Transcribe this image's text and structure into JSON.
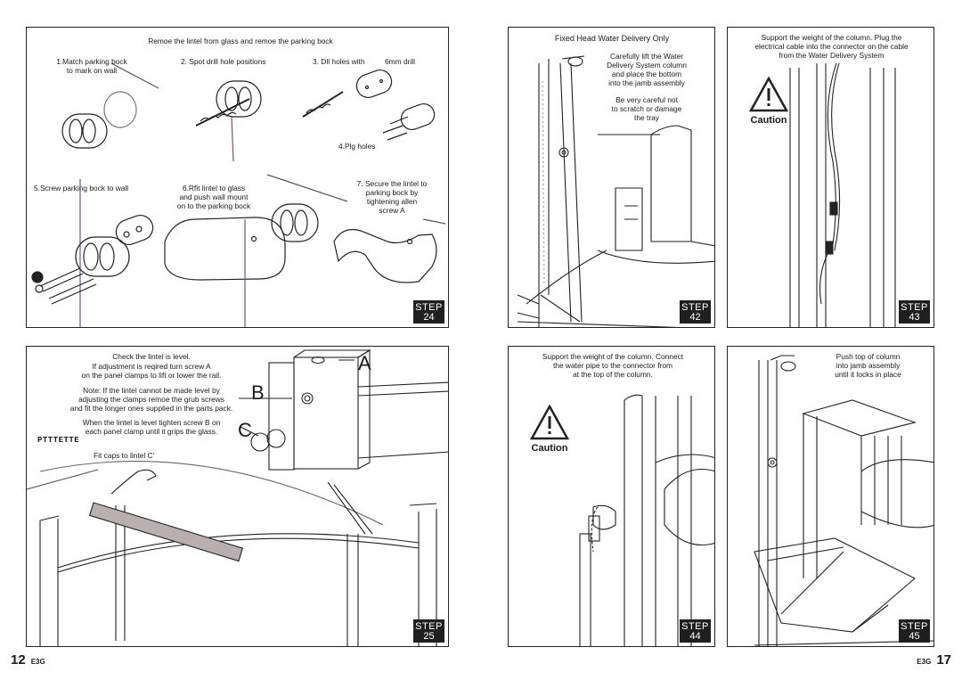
{
  "step24": {
    "title": "Remoe the lintel from glass and remoe the parking bock",
    "sub1": "1.Match parking bock\nto mark on wall",
    "sub2": "2. Spot drill hole positions",
    "sub3a": "3. Dll holes with",
    "sub3b": "6mm drill",
    "sub4": "4.Plg holes",
    "sub5": "5.Screw parking bock to wall",
    "sub6": "6.Rfit lintel to glass\nand push wall mount\non to the parking bock",
    "sub7": "7. Secure the lintel to\nparking bock by\ntightening allen\nscrew A",
    "step_label": "STEP",
    "step_num": "24"
  },
  "step25": {
    "line1": "Check the lintel is level.",
    "line2": "If adjustment is reqired turn screw A\non the panel clamps to lift or lower the rail.",
    "line3": "Note: If the lintel cannot be made level by\nadjusting the clamps remoe the grub screws\nand fit the longer ones supplied in the parts pack.",
    "line4": "When the lintel is level tighten screw B on\neach panel clamp until it grips the glass.",
    "emph": "PTTTETTE",
    "line5": "Fit caps to lintel C'",
    "letter_a": "A",
    "letter_b": "B",
    "letter_c": "C",
    "step_label": "STEP",
    "step_num": "25"
  },
  "step42": {
    "title": "Fixed Head Water Delivery Only",
    "text1": "Carefully lift the Water\nDelivery System column\nand place the bottom\ninto the jamb assembly",
    "text2": "Be very careful not\nto scratch or damage\nthe tray",
    "step_label": "STEP",
    "step_num": "42"
  },
  "step43": {
    "title": "Support the weight of the column. Plug the\nelectrical cable into the connector on the cable\nfrom the Water Delivery System",
    "caution": "Caution",
    "step_label": "STEP",
    "step_num": "43"
  },
  "step44": {
    "title": "Support the weight of the column. Connect\nthe water pipe to the connector from\nat the top of the column.",
    "caution": "Caution",
    "step_label": "STEP",
    "step_num": "44"
  },
  "step45": {
    "title": "Push top of column\ninto jamb assembly\nuntil it locks in place",
    "step_label": "STEP",
    "step_num": "45"
  },
  "footer": {
    "left_page": "12",
    "left_code": "E3G",
    "right_code": "E3G",
    "right_page": "17"
  }
}
